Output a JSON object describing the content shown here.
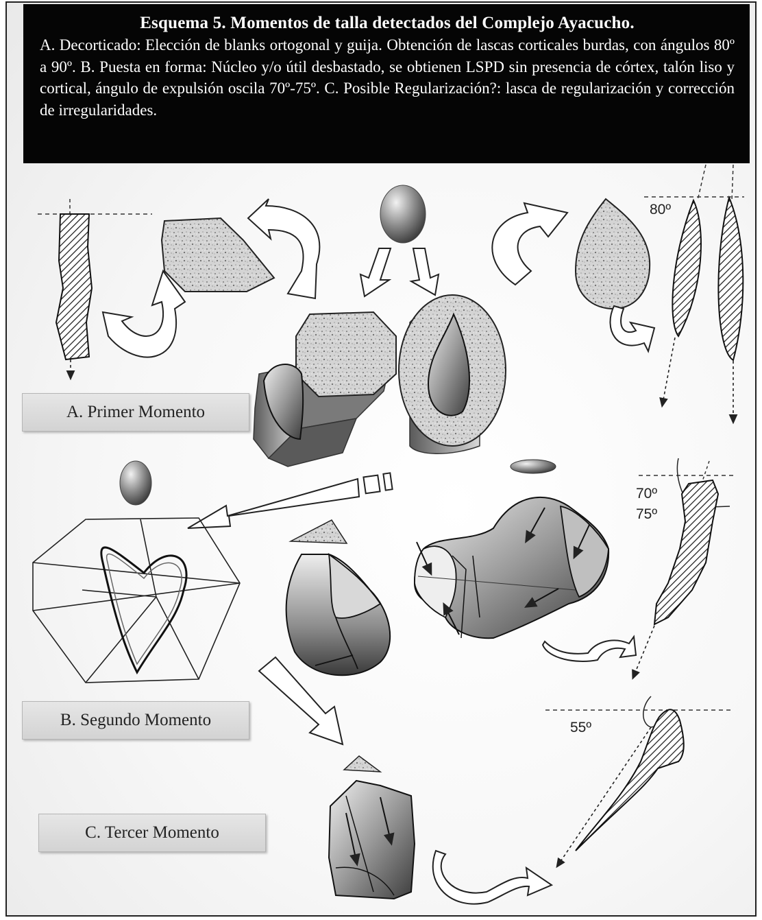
{
  "caption": {
    "title": "Esquema 5. Momentos de talla detectados del Complejo Ayacucho.",
    "body": "A. Decorticado: Elección de blanks ortogonal y guija. Obtención de lascas corticales burdas, con ángulos 80º a 90º. B. Puesta en forma: Núcleo y/o útil desbastado, se obtienen LSPD sin presencia de córtex, talón liso y cortical, ángulo de expulsión oscila 70º-75º. C. Posible Regularización?: lasca de regularización y corrección de irregularidades."
  },
  "moments": [
    {
      "label": "A. Primer Momento"
    },
    {
      "label": "B. Segundo Momento"
    },
    {
      "label": "C. Tercer Momento"
    }
  ],
  "angles": {
    "a": "80º",
    "b1": "70º",
    "b2": "75º",
    "c": "55º"
  },
  "colors": {
    "caption_bg": "#050505",
    "caption_text": "#ffffff",
    "label_bg": "#d9d9d9",
    "stone_dark": "#4a4a4a",
    "stone_light": "#e8e8e8"
  }
}
